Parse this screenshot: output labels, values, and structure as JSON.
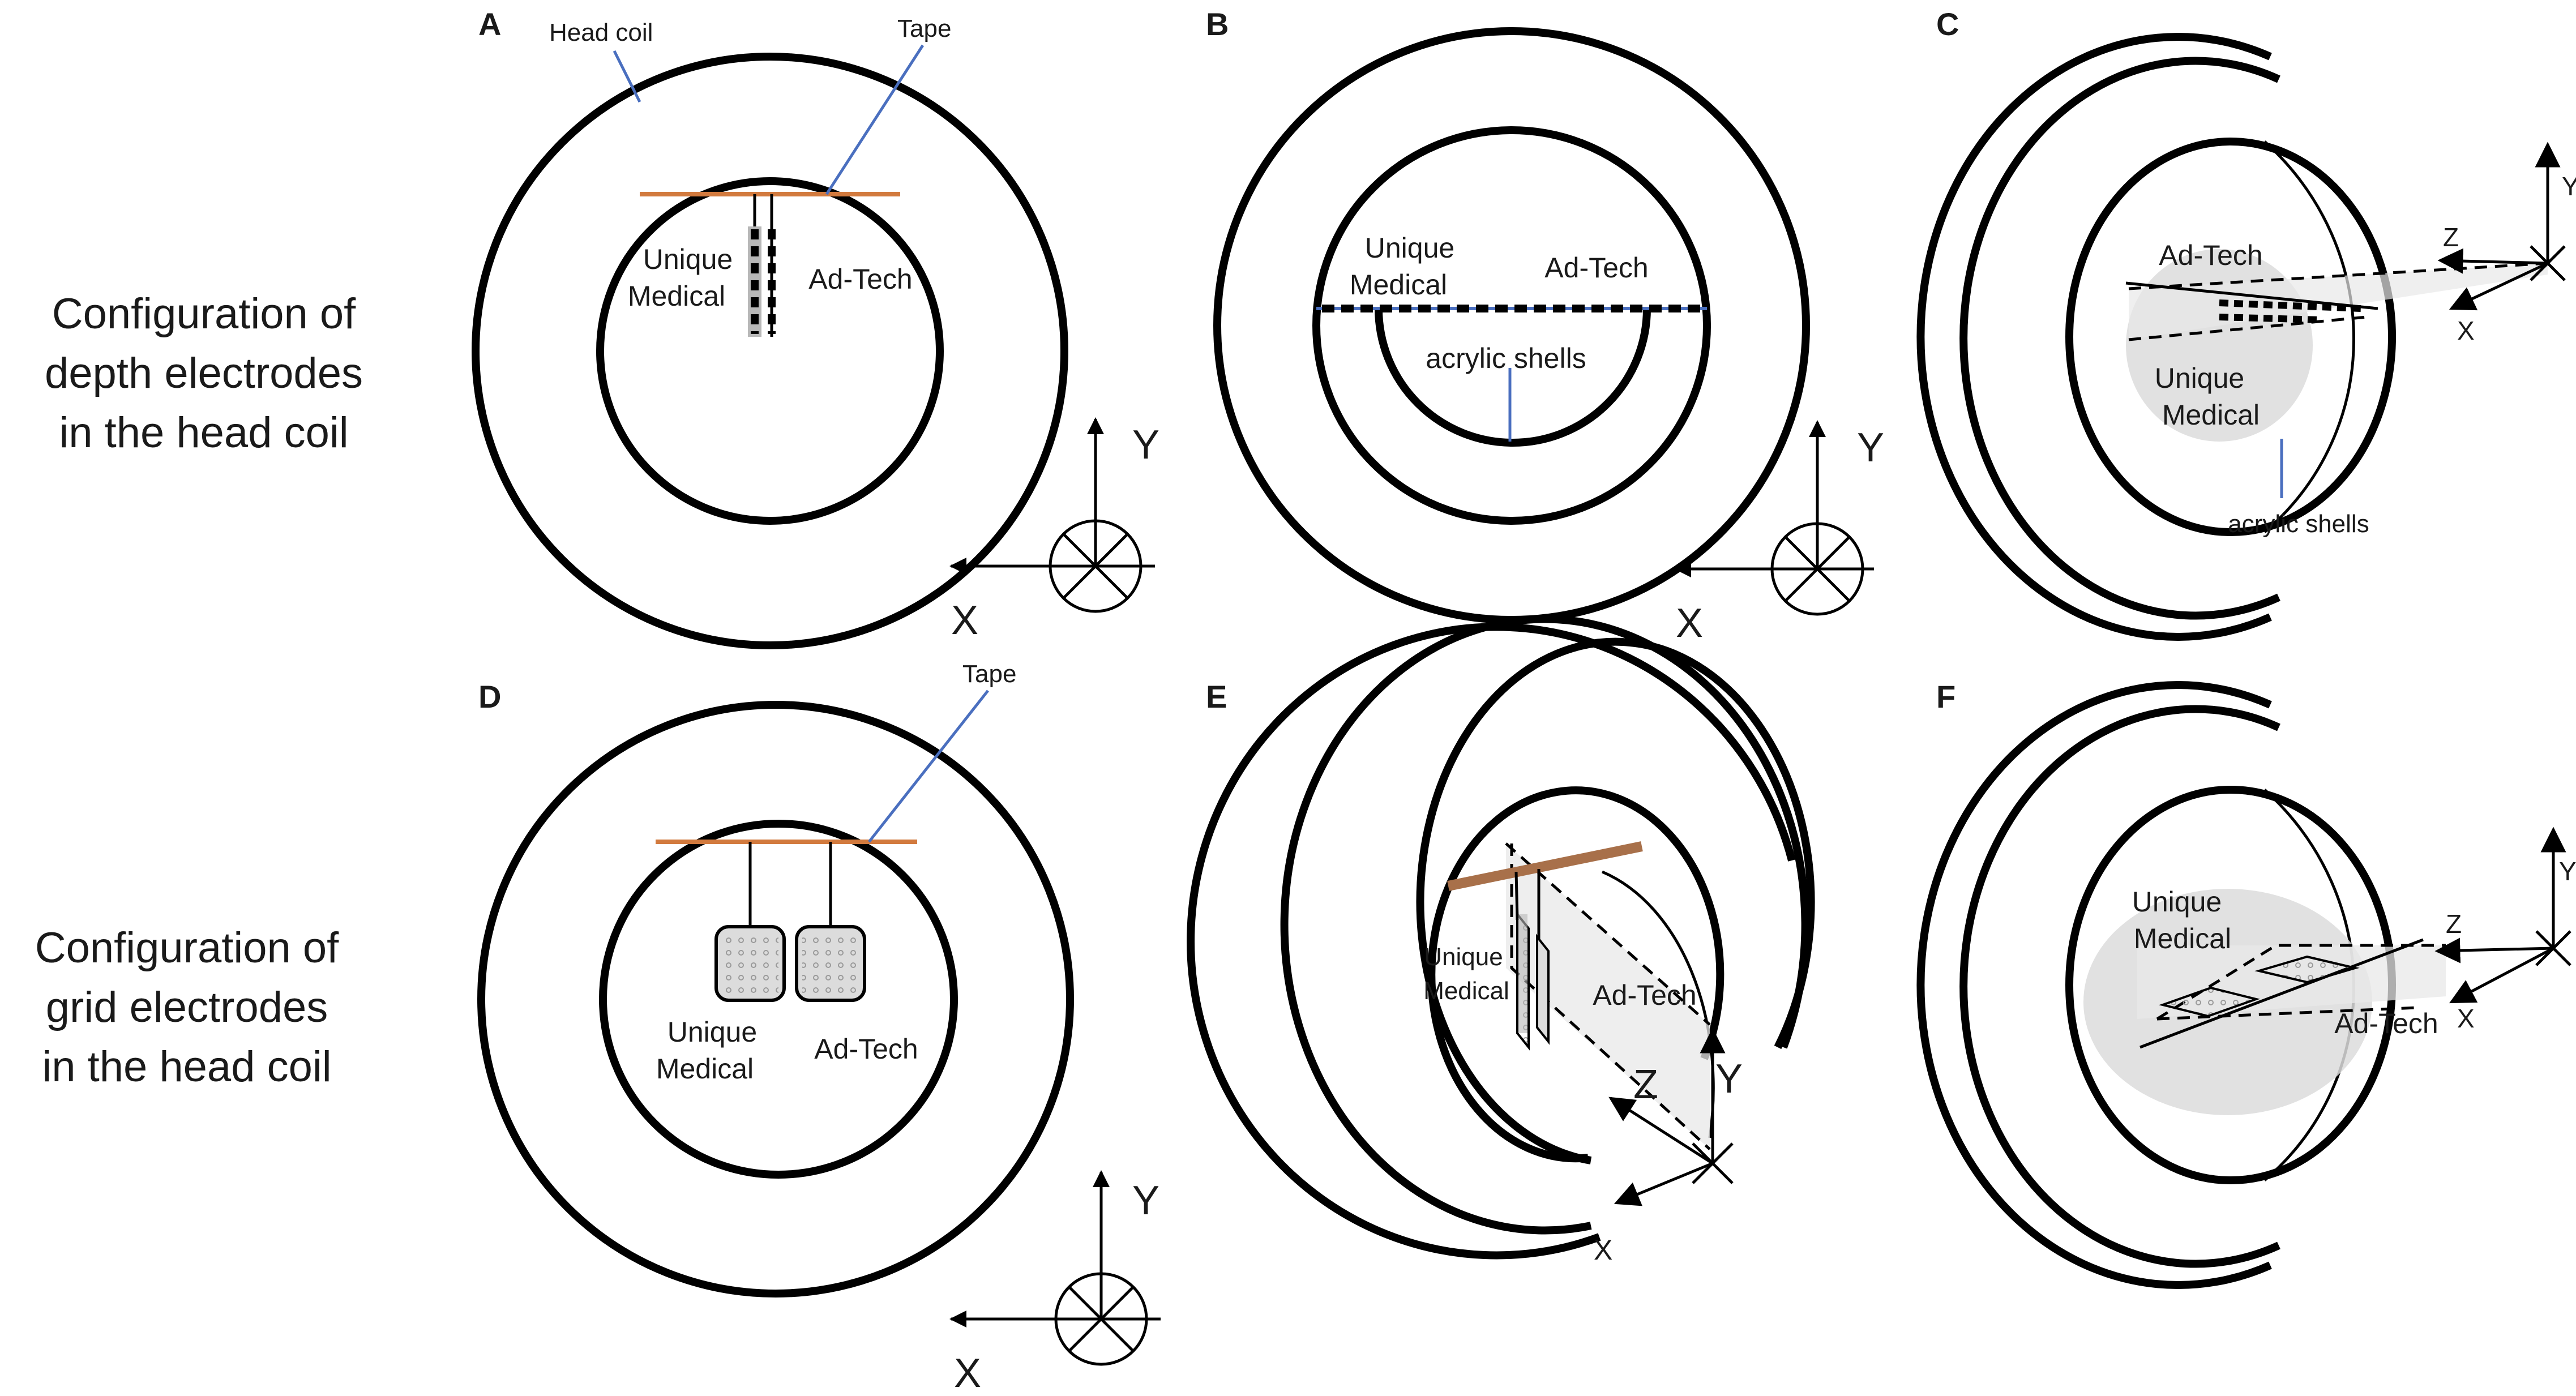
{
  "row_labels": {
    "depth": [
      "Configuration of",
      "depth electrodes",
      "in the head coil"
    ],
    "grid": [
      "Configuration of",
      "grid electrodes",
      "in the head coil"
    ]
  },
  "panels": {
    "A": {
      "letter": "A",
      "head_coil": "Head coil",
      "tape": "Tape",
      "unique_1": "Unique",
      "unique_2": "Medical",
      "adtech": "Ad-Tech",
      "axis_x": "X",
      "axis_y": "Y"
    },
    "B": {
      "letter": "B",
      "unique_1": "Unique",
      "unique_2": "Medical",
      "adtech": "Ad-Tech",
      "shells": "acrylic shells",
      "axis_x": "X",
      "axis_y": "Y"
    },
    "C": {
      "letter": "C",
      "adtech": "Ad-Tech",
      "unique_1": "Unique",
      "unique_2": "Medical",
      "shells": "acrylic shells",
      "axis_x": "X",
      "axis_y": "Y",
      "axis_z": "Z"
    },
    "D": {
      "letter": "D",
      "tape": "Tape",
      "unique_1": "Unique",
      "unique_2": "Medical",
      "adtech": "Ad-Tech",
      "axis_x": "X",
      "axis_y": "Y"
    },
    "E": {
      "letter": "E",
      "unique_1": "Unique",
      "unique_2": "Medical",
      "adtech": "Ad-Tech",
      "axis_x": "X",
      "axis_y": "Y",
      "axis_z": "Z"
    },
    "F": {
      "letter": "F",
      "unique_1": "Unique",
      "unique_2": "Medical",
      "adtech": "Ad-Tech",
      "axis_x": "X",
      "axis_y": "Y",
      "axis_z": "Z"
    }
  },
  "colors": {
    "tape": "#d27a3e",
    "tape_e": "#a8704a",
    "leader": "#4a6fbf",
    "outline": "#000000",
    "shell_fill": "#dcdcdc",
    "plane_fill": "#e8e8e8"
  }
}
